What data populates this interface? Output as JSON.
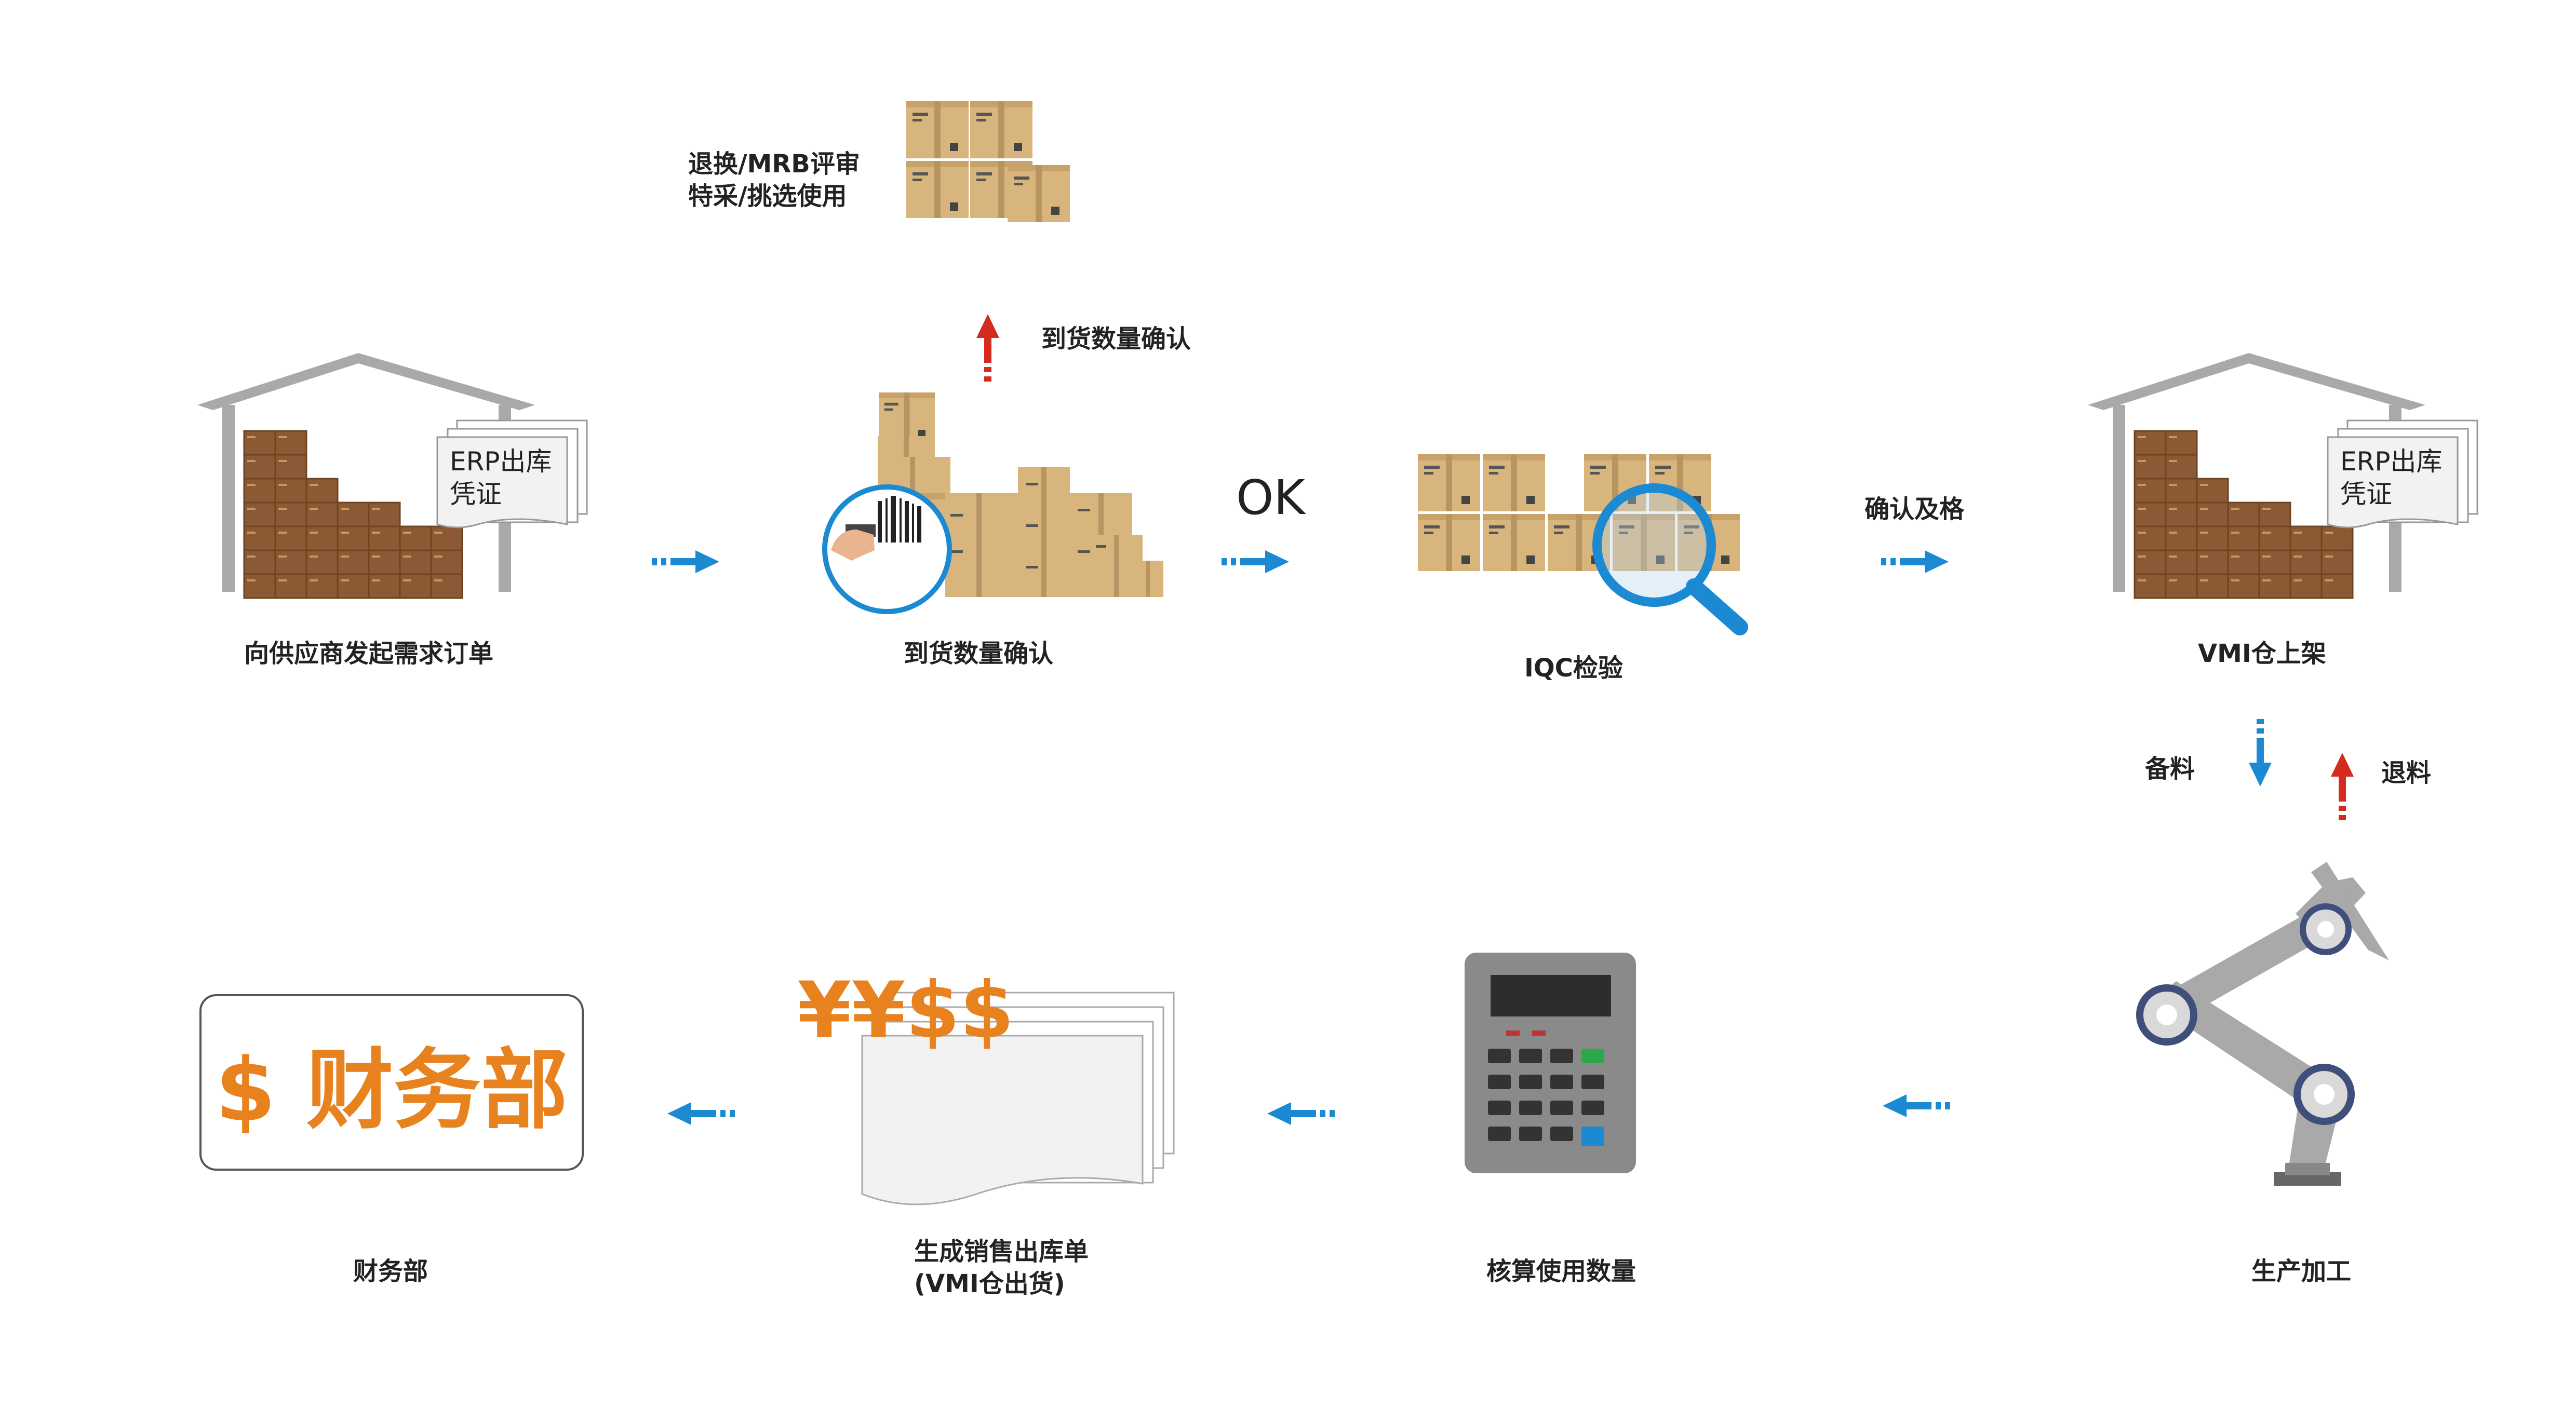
{
  "nodes": {
    "order": "向供应商发起需求订单",
    "arrival": "到货数量确认",
    "iqc": "IQC检验",
    "vmi_shelf": "VMI仓上架",
    "production": "生产加工",
    "accounting": "核算使用数量",
    "sales_order_line1": "生成销售出库单",
    "sales_order_line2": "(VMI仓出货)",
    "finance": "财务部"
  },
  "annotations": {
    "return_review_line1": "退换/MRB评审",
    "return_review_line2": "特采/挑选使用",
    "arrival_confirm_up": "到货数量确认",
    "ok": "OK",
    "confirm_pass": "确认及格",
    "prepare_material": "备料",
    "return_material": "退料"
  },
  "erp_doc": {
    "line1": "ERP出库",
    "line2": "凭证"
  },
  "finance_box": {
    "text": "$ 财务部"
  },
  "currency": "¥¥$$",
  "colors": {
    "flow_arrow": "#1b8ad3",
    "reject_arrow": "#d52b1e",
    "accent_orange": "#e8821e",
    "box_cardboard": "#d9b57e",
    "box_brown": "#8b5a34",
    "warehouse_gray": "#a9a9a9"
  }
}
